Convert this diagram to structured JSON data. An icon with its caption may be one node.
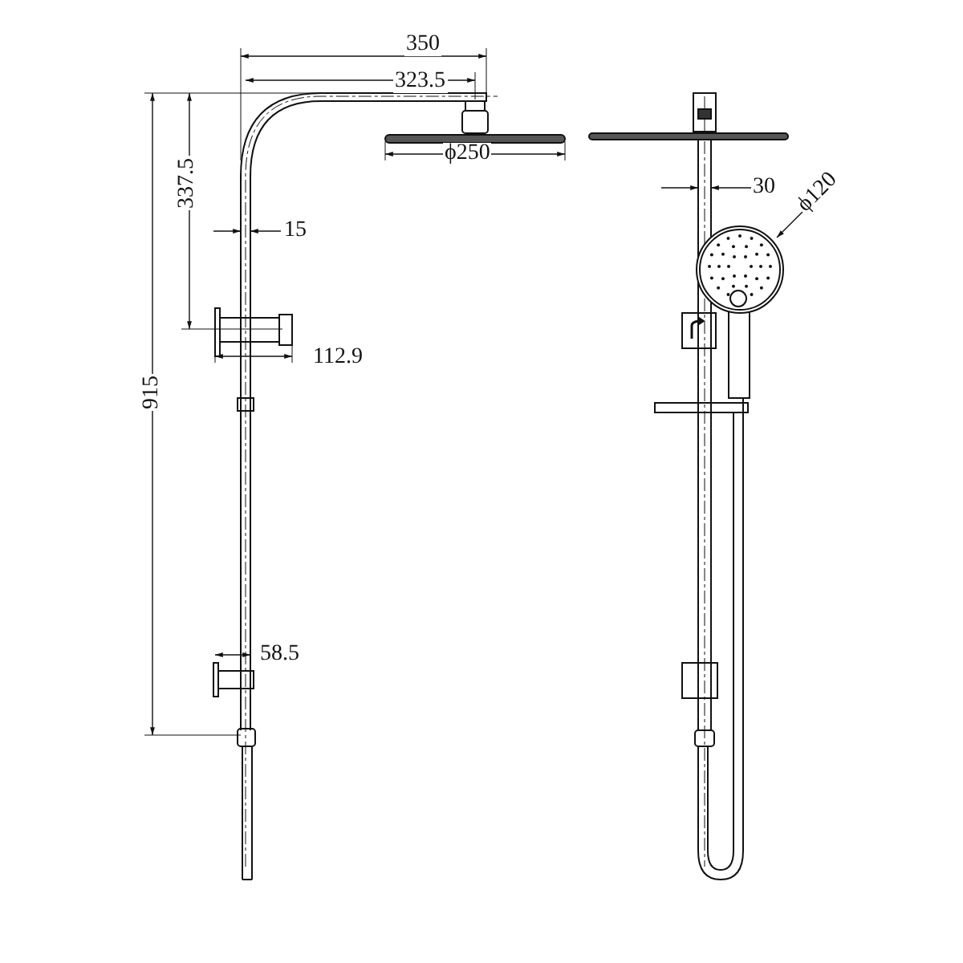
{
  "diagram": {
    "labels": [
      "350",
      "323.5",
      "ϕ250",
      "337.5",
      "15",
      "30",
      "ϕ120",
      "112.9",
      "915",
      "58.5"
    ]
  }
}
